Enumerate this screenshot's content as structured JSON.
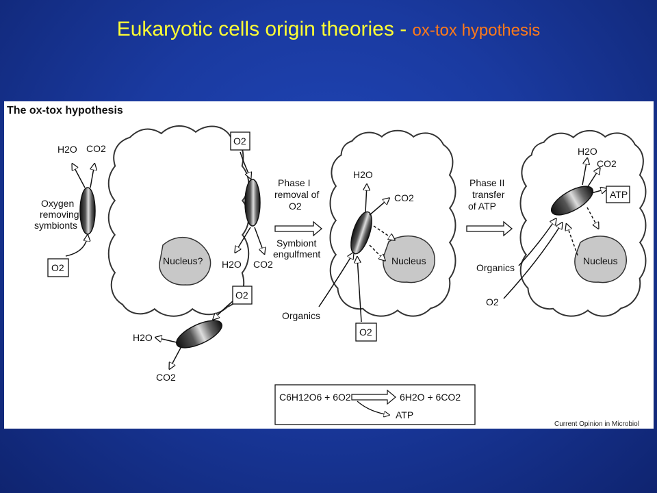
{
  "slide": {
    "title_main": "Eukaryotic cells origin theories",
    "title_dash": " - ",
    "title_sub": "ox-tox hypothesis"
  },
  "figure": {
    "heading": "The ox-tox hypothesis",
    "credit": "Current Opinion in Microbiol",
    "left": {
      "h2o": "H2O",
      "co2": "CO2",
      "symbiont_label": [
        "Oxygen",
        "removing",
        "symbionts"
      ],
      "o2_box": "O2",
      "nucleus": "Nucleus?",
      "right_o2_box": "O2",
      "right_h2o": "H2O",
      "right_co2": "CO2",
      "bottom_o2_box": "O2",
      "bottom_h2o": "H2O",
      "bottom_co2": "CO2"
    },
    "phase1": {
      "label": [
        "Phase I",
        "removal of",
        "O2"
      ],
      "sub": [
        "Symbiont",
        "engulfment"
      ]
    },
    "middle": {
      "h2o": "H2O",
      "co2": "CO2",
      "nucleus": "Nucleus",
      "organics": "Organics",
      "o2_box": "O2"
    },
    "phase2": {
      "label": [
        "Phase II",
        "transfer",
        "of ATP"
      ]
    },
    "right": {
      "h2o": "H2O",
      "co2": "CO2",
      "atp_box": "ATP",
      "nucleus": "Nucleus",
      "organics": "Organics",
      "o2": "O2"
    },
    "equation": {
      "reactants": "C6H12O6 + 6O2",
      "products": "6H2O + 6CO2",
      "atp": "ATP"
    }
  },
  "colors": {
    "title_main": "#ffff33",
    "title_sub": "#ff7a1a",
    "background": "#1a3aa0"
  }
}
